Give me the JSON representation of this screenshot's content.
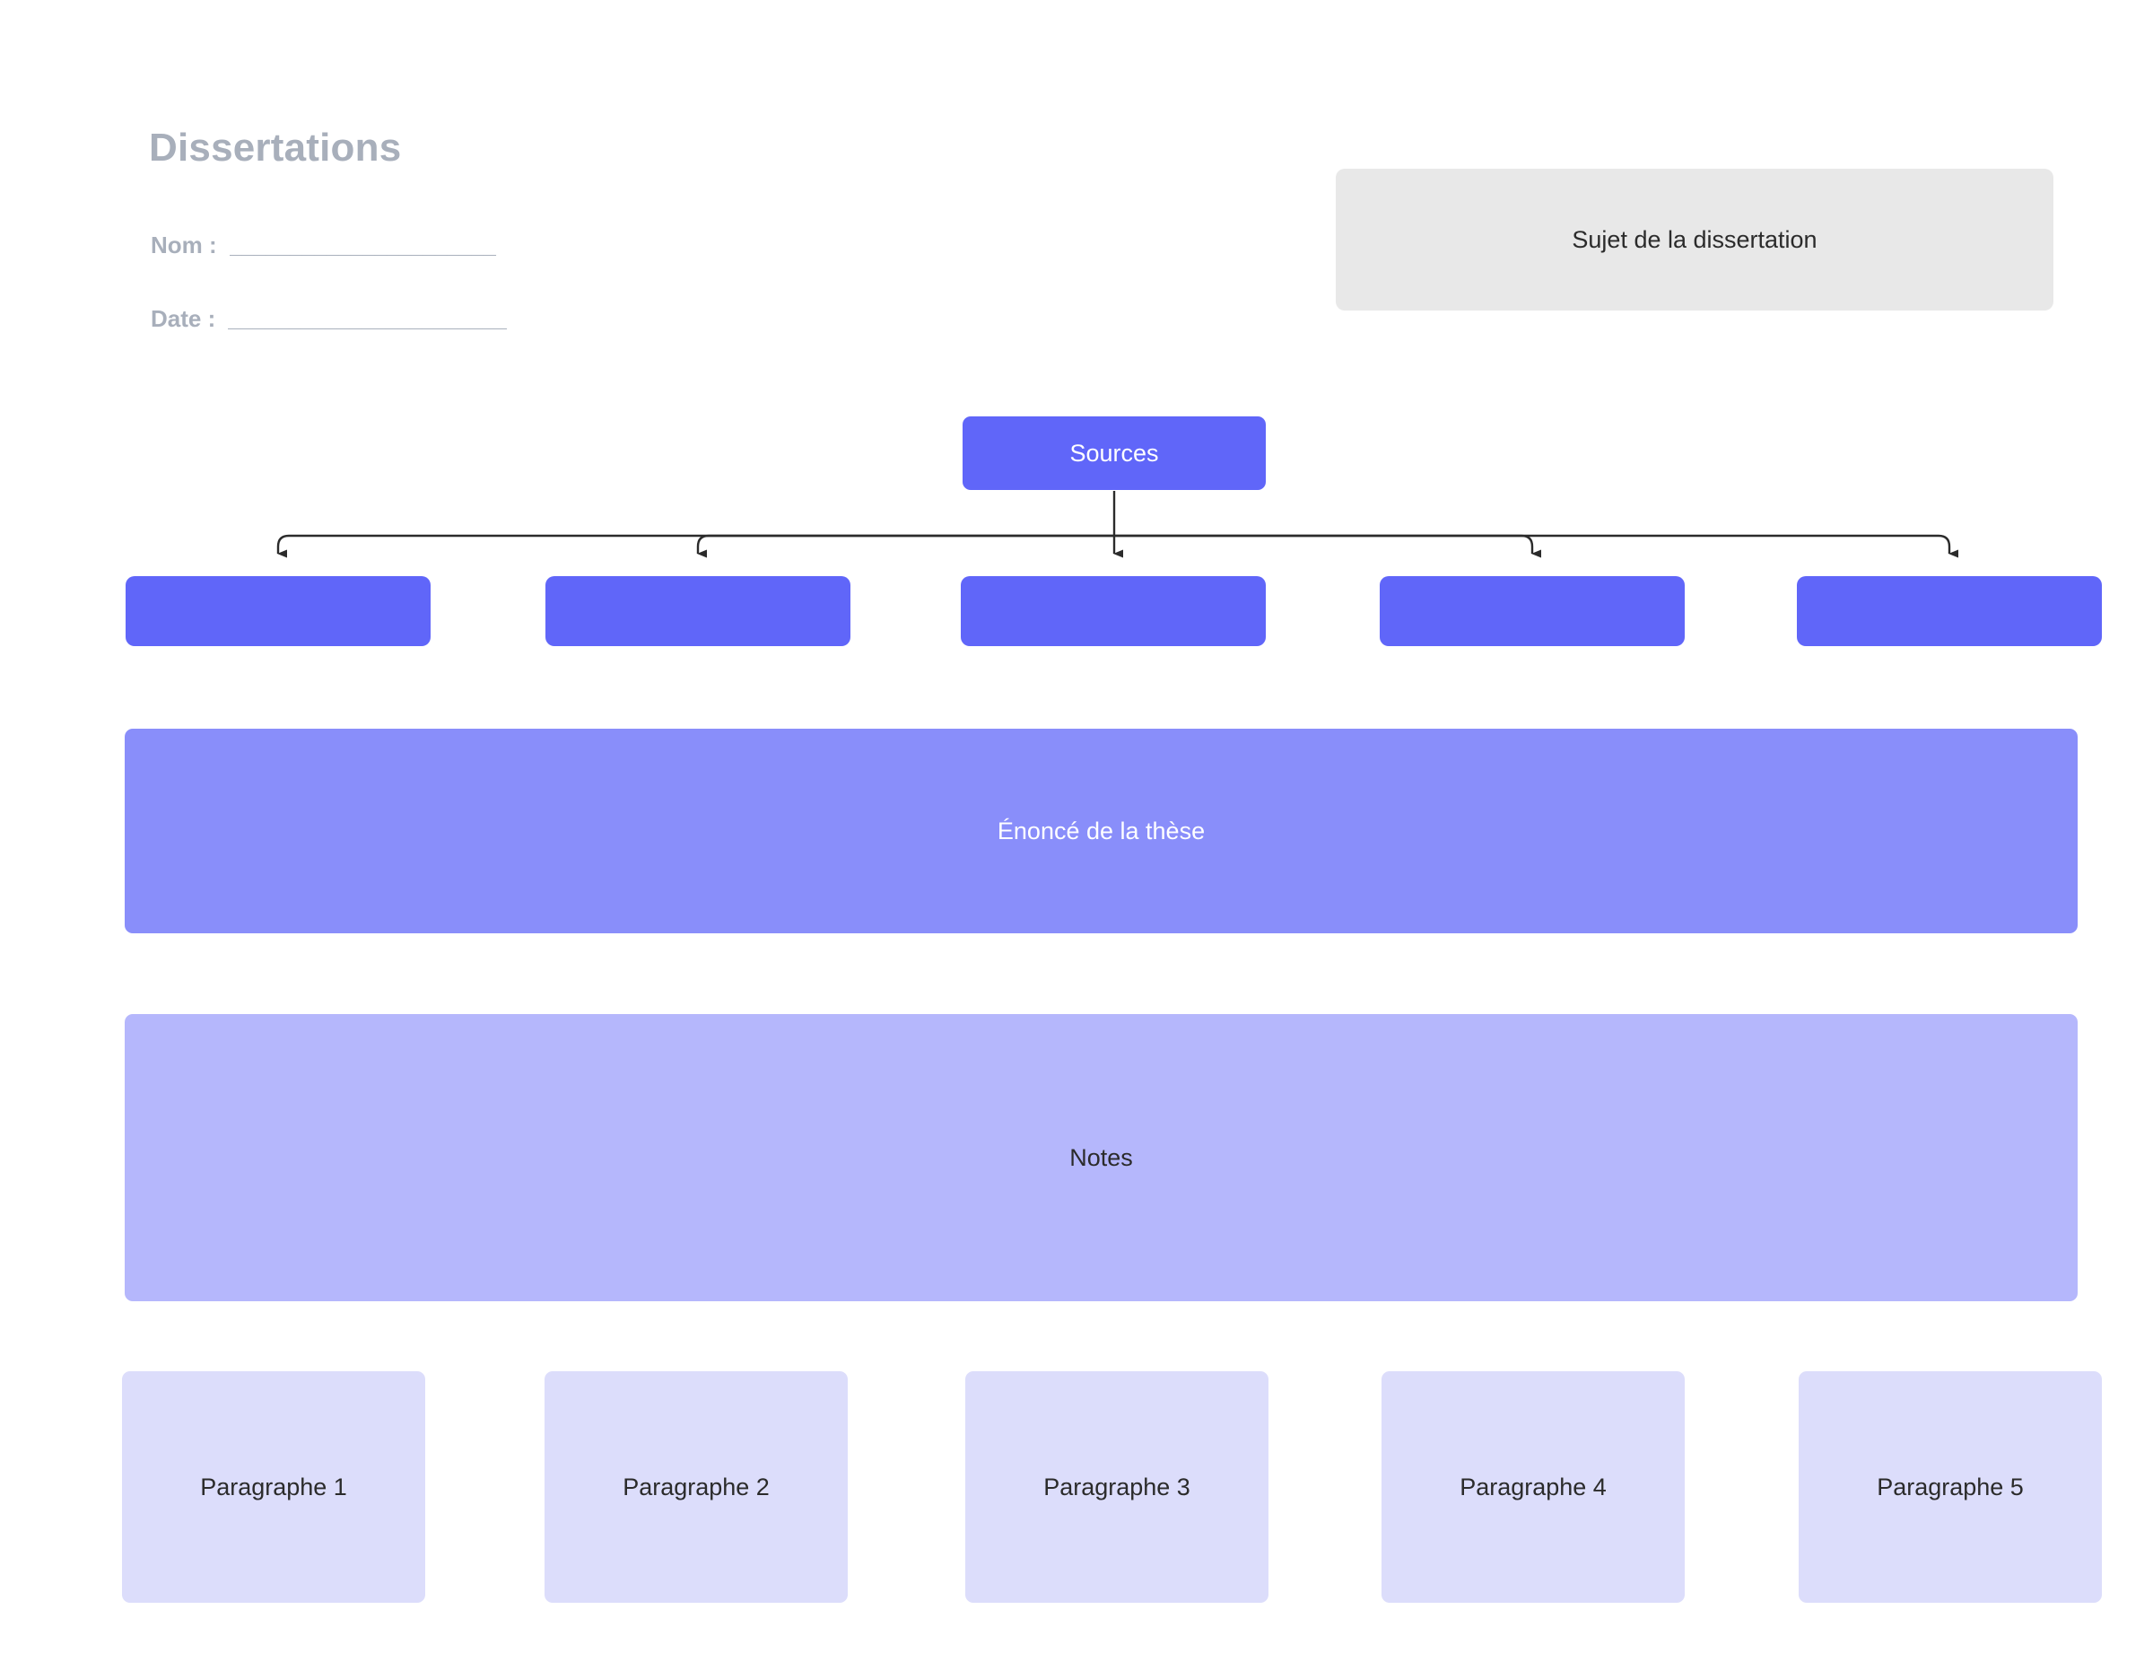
{
  "header": {
    "title": "Dissertations",
    "fields": [
      {
        "label": "Nom :",
        "rule": "______________________"
      },
      {
        "label": "Date :",
        "rule": "_______________________"
      }
    ]
  },
  "subject": {
    "text": "Sujet de la dissertation"
  },
  "sources": {
    "root_label": "Sources",
    "children": [
      "",
      "",
      "",
      "",
      ""
    ]
  },
  "bands": [
    {
      "label": "Énoncé de la thèse"
    },
    {
      "label": "Notes"
    }
  ],
  "paragraphs": [
    {
      "label": "Paragraphe 1"
    },
    {
      "label": "Paragraphe 2"
    },
    {
      "label": "Paragraphe 3"
    },
    {
      "label": "Paragraphe 4"
    },
    {
      "label": "Paragraphe 5"
    }
  ],
  "colors": {
    "background": "#ffffff",
    "title_gray": "#a8afbb",
    "subject_bg": "#e8e8e8",
    "node_indigo": "#6066f9",
    "thesis_band": "#898efa",
    "notes_band": "#b5b7fc",
    "paragraph_card": "#dcddfb",
    "connector_line": "#2b2b2b",
    "text_dark": "#2b2b2b",
    "text_light": "#ffffff"
  }
}
